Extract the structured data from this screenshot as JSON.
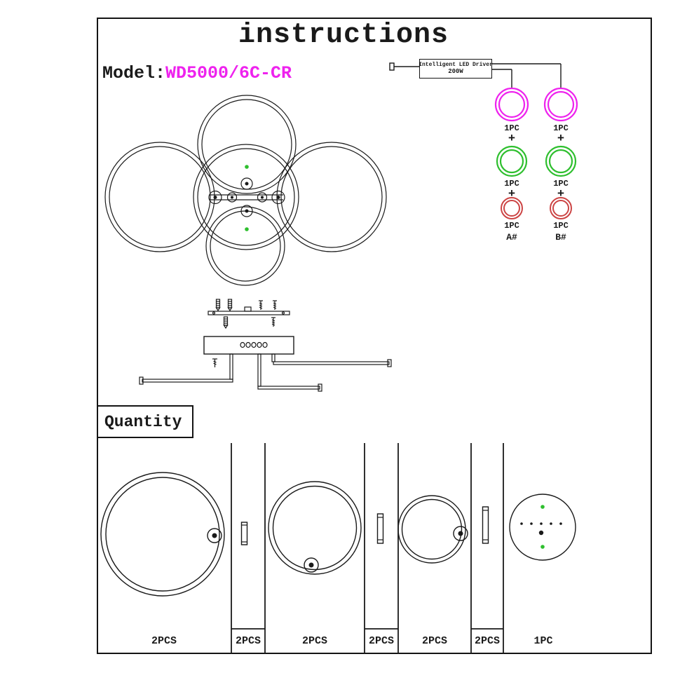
{
  "colors": {
    "magenta": "#ee22ee",
    "green": "#2ebf2e",
    "red": "#cc4444",
    "line": "#1a1a1a"
  },
  "header": {
    "title": "instructions",
    "model_label": "Model:",
    "model_value": "WD5000/6C-CR"
  },
  "driver": {
    "name": "Intelligent LED Driver",
    "power": "200W"
  },
  "combo": {
    "plus": "+",
    "columns": [
      {
        "label": "A#",
        "rings": [
          {
            "color_name": "magenta",
            "qty": "1PC"
          },
          {
            "color_name": "green",
            "qty": "1PC"
          },
          {
            "color_name": "red",
            "qty": "1PC"
          }
        ]
      },
      {
        "label": "B#",
        "rings": [
          {
            "color_name": "magenta",
            "qty": "1PC"
          },
          {
            "color_name": "green",
            "qty": "1PC"
          },
          {
            "color_name": "red",
            "qty": "1PC"
          }
        ]
      }
    ]
  },
  "quantity_table": {
    "header": "Quantity",
    "items": [
      {
        "name": "large-ring",
        "qty": "2PCS"
      },
      {
        "name": "long-rod",
        "qty": "2PCS"
      },
      {
        "name": "medium-ring",
        "qty": "2PCS"
      },
      {
        "name": "medium-rod",
        "qty": "2PCS"
      },
      {
        "name": "small-ring",
        "qty": "2PCS"
      },
      {
        "name": "short-rod",
        "qty": "2PCS"
      },
      {
        "name": "ceiling-plate",
        "qty": "1PC"
      }
    ]
  }
}
